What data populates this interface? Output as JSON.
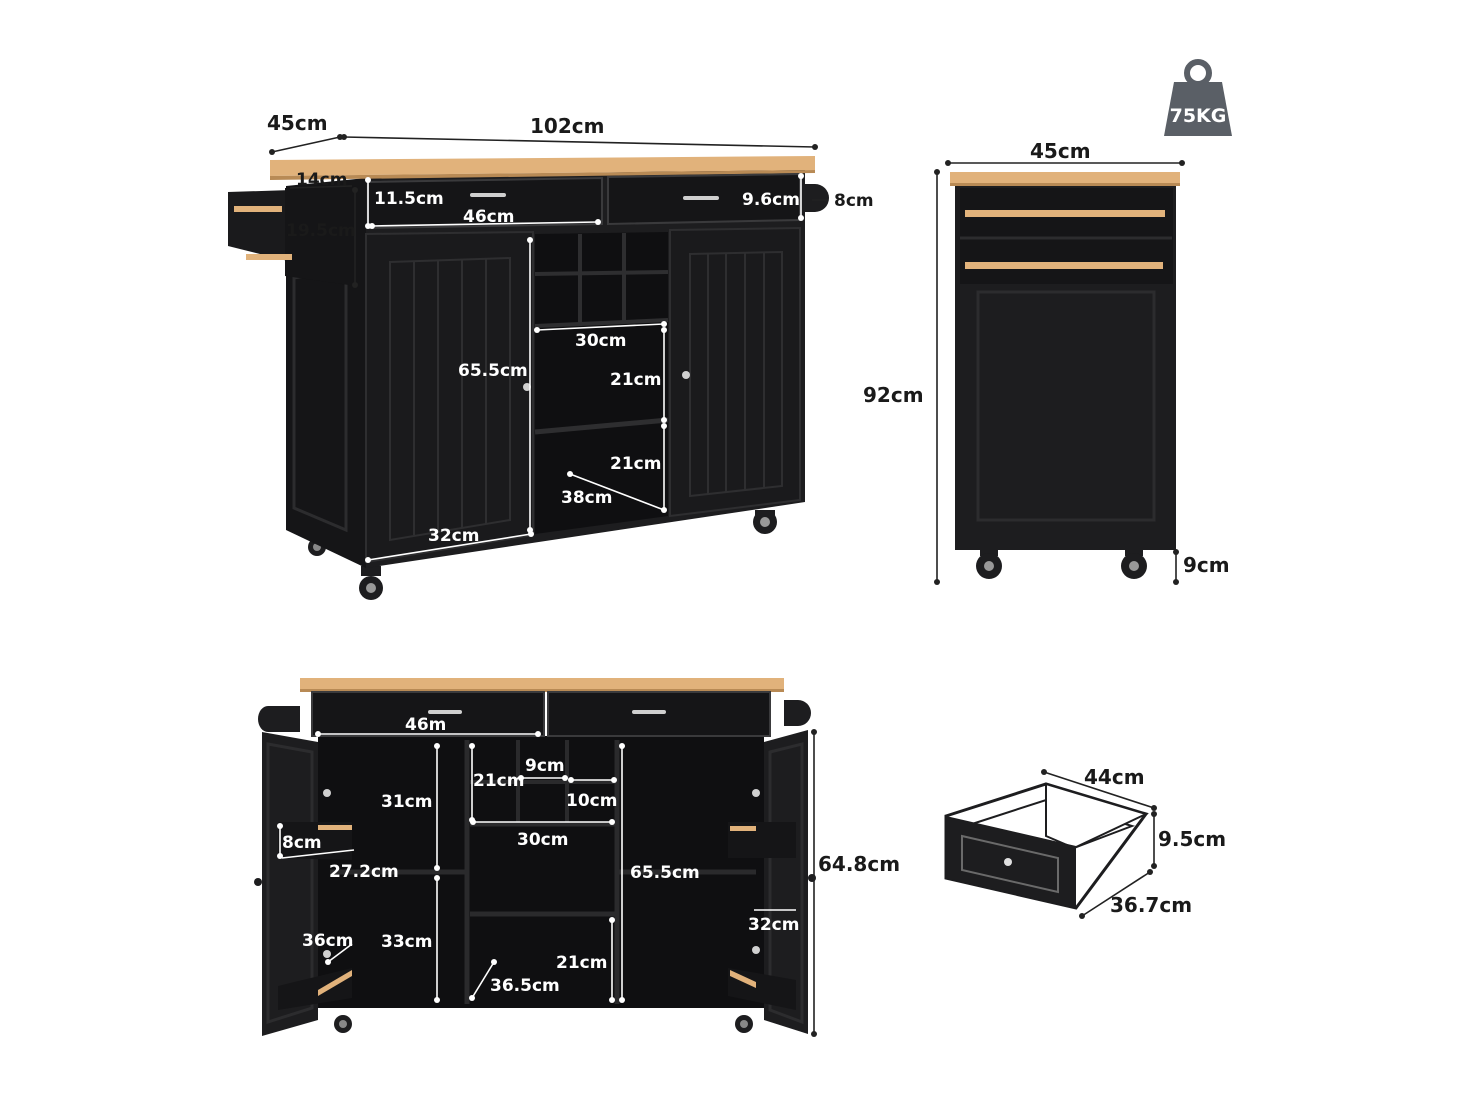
{
  "colors": {
    "wood": "#e1b27b",
    "body": "#1d1d1f",
    "panel": "#151517",
    "edge": "#2c2c2e",
    "label_dark": "#1a1a1a",
    "label_light": "#ffffff",
    "weight_icon": "#5a5f66"
  },
  "icons": {
    "weight": "weight-kettlebell-icon"
  },
  "weight_label": "75KG",
  "front_view": {
    "depth": "45cm",
    "width": "102cm",
    "rack_width": "14cm",
    "rack_height": "19.5cm",
    "drawer_height": "11.5cm",
    "drawer_width": "46cm",
    "drawer_height_right": "9.6cm",
    "towel_bar": "8cm",
    "door_height": "65.5cm",
    "shelf_width": "30cm",
    "shelf_height_1": "21cm",
    "shelf_height_2": "21cm",
    "shelf_depth": "38cm",
    "door_width": "32cm"
  },
  "side_view": {
    "width": "45cm",
    "height": "92cm",
    "wheel_height": "9cm"
  },
  "open_view": {
    "drawer_width": "46m",
    "wine_height": "21cm",
    "wine_width": "9cm",
    "wine_cell": "10cm",
    "left_upper": "31cm",
    "center_shelf_width": "30cm",
    "door_rack": "8cm",
    "left_depth": "27.2cm",
    "center_height": "65.5cm",
    "left_inner_depth": "36cm",
    "left_lower": "33cm",
    "center_lower": "21cm",
    "center_depth": "36.5cm",
    "right_door_rack": "32cm",
    "overall_height": "64.8cm"
  },
  "drawer_view": {
    "width": "44cm",
    "height": "9.5cm",
    "depth": "36.7cm"
  }
}
